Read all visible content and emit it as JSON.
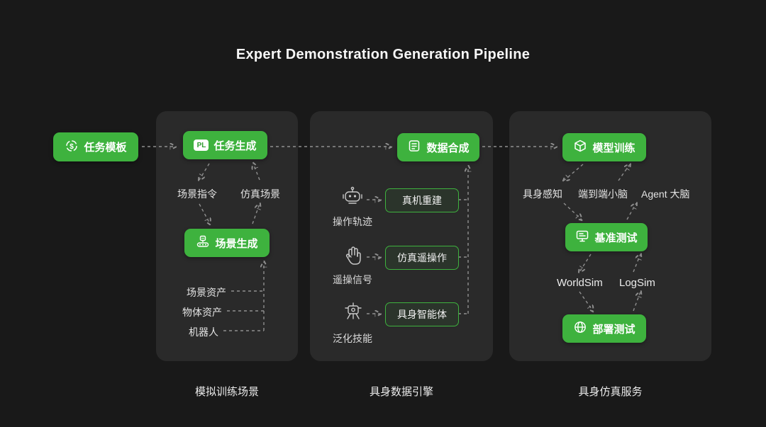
{
  "title": "Expert Demonstration Generation Pipeline",
  "colors": {
    "accent_green": "#3eb23e",
    "panel_bg": "#2a2a2a",
    "page_bg": "#191919",
    "arrow_gray": "#8f8f8f"
  },
  "start": {
    "label": "任务模板",
    "icon": "task-template-icon"
  },
  "panel1": {
    "caption": "模拟训练场景",
    "task_gen": {
      "label": "任务生成",
      "badge": "PL"
    },
    "scene_gen": {
      "label": "场景生成",
      "icon": "scene-generation-icon"
    },
    "mid_labels": {
      "left": "场景指令",
      "right": "仿真场景"
    },
    "assets": [
      "场景资产",
      "物体资产",
      "机器人"
    ]
  },
  "panel2": {
    "caption": "具身数据引擎",
    "data_synth": {
      "label": "数据合成",
      "icon": "data-synthesis-icon"
    },
    "rows": [
      {
        "icon": "robot-icon",
        "source": "操作轨迹",
        "target": "真机重建"
      },
      {
        "icon": "glove-icon",
        "source": "遥操信号",
        "target": "仿真遥操作"
      },
      {
        "icon": "skill-icon",
        "source": "泛化技能",
        "target": "具身智能体"
      }
    ]
  },
  "panel3": {
    "caption": "具身仿真服务",
    "model_training": {
      "label": "模型训练",
      "icon": "cube-icon"
    },
    "benchmark": {
      "label": "基准测试",
      "icon": "monitor-icon"
    },
    "deploy": {
      "label": "部署测试",
      "icon": "globe-icon"
    },
    "row1": [
      "具身感知",
      "端到端小脑",
      "Agent 大脑"
    ],
    "row2": [
      "WorldSim",
      "LogSim"
    ]
  }
}
